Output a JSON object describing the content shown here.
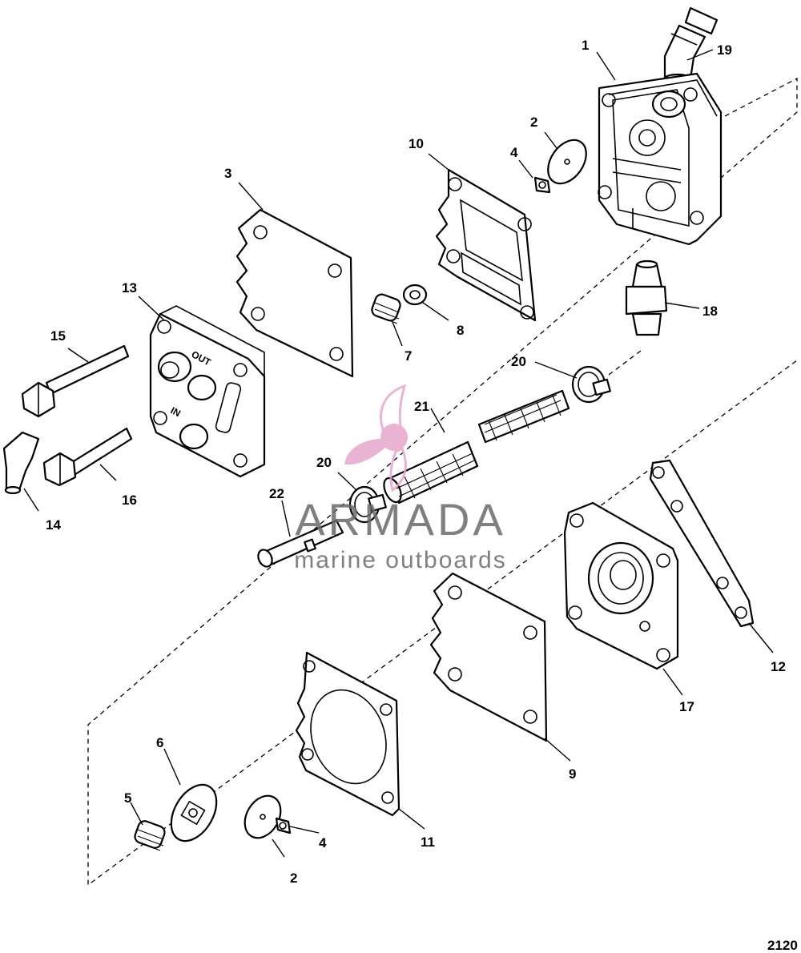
{
  "diagram": {
    "figure_number": "2120",
    "callouts": [
      {
        "id": "c1",
        "text": "1"
      },
      {
        "id": "c19",
        "text": "19"
      },
      {
        "id": "c2a",
        "text": "2"
      },
      {
        "id": "c4a",
        "text": "4"
      },
      {
        "id": "c10",
        "text": "10"
      },
      {
        "id": "c3",
        "text": "3"
      },
      {
        "id": "c13",
        "text": "13"
      },
      {
        "id": "c15",
        "text": "15"
      },
      {
        "id": "c8",
        "text": "8"
      },
      {
        "id": "c7",
        "text": "7"
      },
      {
        "id": "c18",
        "text": "18"
      },
      {
        "id": "c20a",
        "text": "20"
      },
      {
        "id": "c21",
        "text": "21"
      },
      {
        "id": "c20b",
        "text": "20"
      },
      {
        "id": "c22",
        "text": "22"
      },
      {
        "id": "c14",
        "text": "14"
      },
      {
        "id": "c16",
        "text": "16"
      },
      {
        "id": "c12",
        "text": "12"
      },
      {
        "id": "c17",
        "text": "17"
      },
      {
        "id": "c9",
        "text": "9"
      },
      {
        "id": "c11",
        "text": "11"
      },
      {
        "id": "c6",
        "text": "6"
      },
      {
        "id": "c5",
        "text": "5"
      },
      {
        "id": "c4b",
        "text": "4"
      },
      {
        "id": "c2b",
        "text": "2"
      }
    ],
    "cover_markings": {
      "out": "OUT",
      "in": "IN"
    }
  },
  "watermark": {
    "brand": "ARMADA",
    "tagline": "marine outboards",
    "colors": {
      "logo": "#e8a6cc",
      "text": "#6a6a6a"
    }
  }
}
